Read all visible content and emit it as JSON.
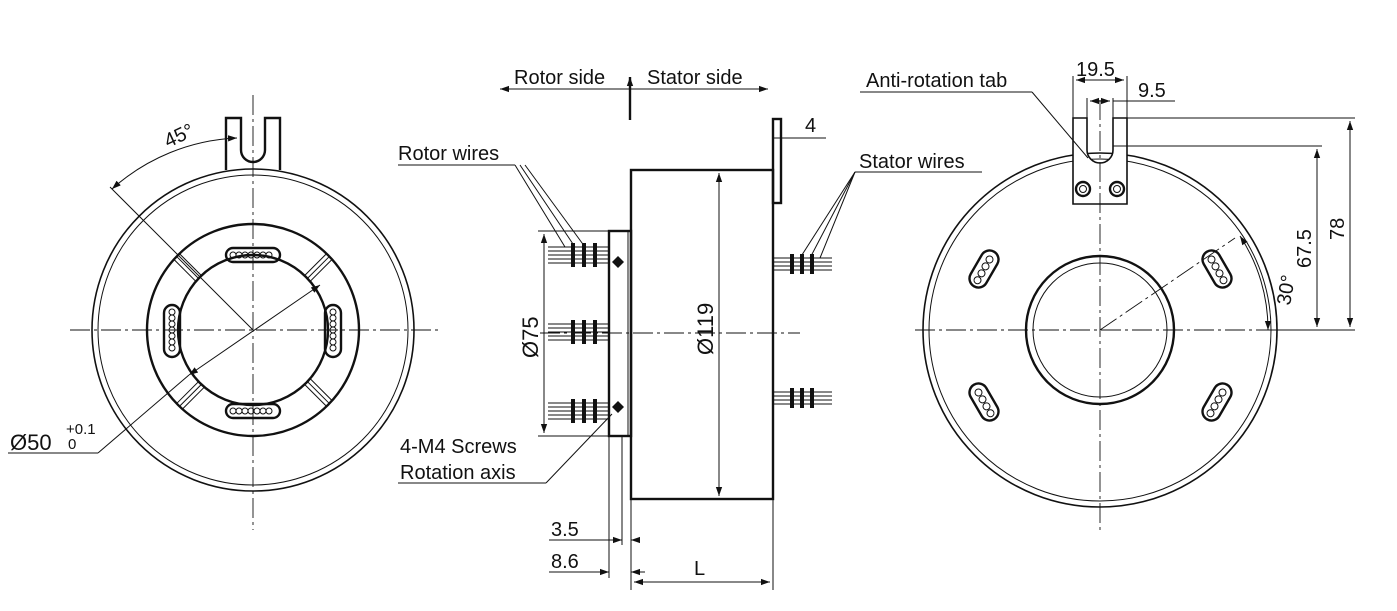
{
  "left_view": {
    "angle_label": "45°",
    "bore_label": "Ø50",
    "bore_tol_upper": "+0.1",
    "bore_tol_lower": "0"
  },
  "side_view": {
    "rotor_side": "Rotor side",
    "stator_side": "Stator side",
    "rotor_wires": "Rotor wires",
    "stator_wires": "Stator wires",
    "screws": "4-M4 Screws",
    "rotation_axis": "Rotation axis",
    "dim_flange_dia": "Ø75",
    "dim_body_dia": "Ø119",
    "dim_tab_thickness": "4",
    "dim_3_5": "3.5",
    "dim_8_6": "8.6",
    "dim_length": "L"
  },
  "right_view": {
    "anti_rotation_tab": "Anti-rotation tab",
    "dim_tab_width": "19.5",
    "dim_slot_width": "9.5",
    "dim_78": "78",
    "dim_67_5": "67.5",
    "angle_label": "30°"
  }
}
